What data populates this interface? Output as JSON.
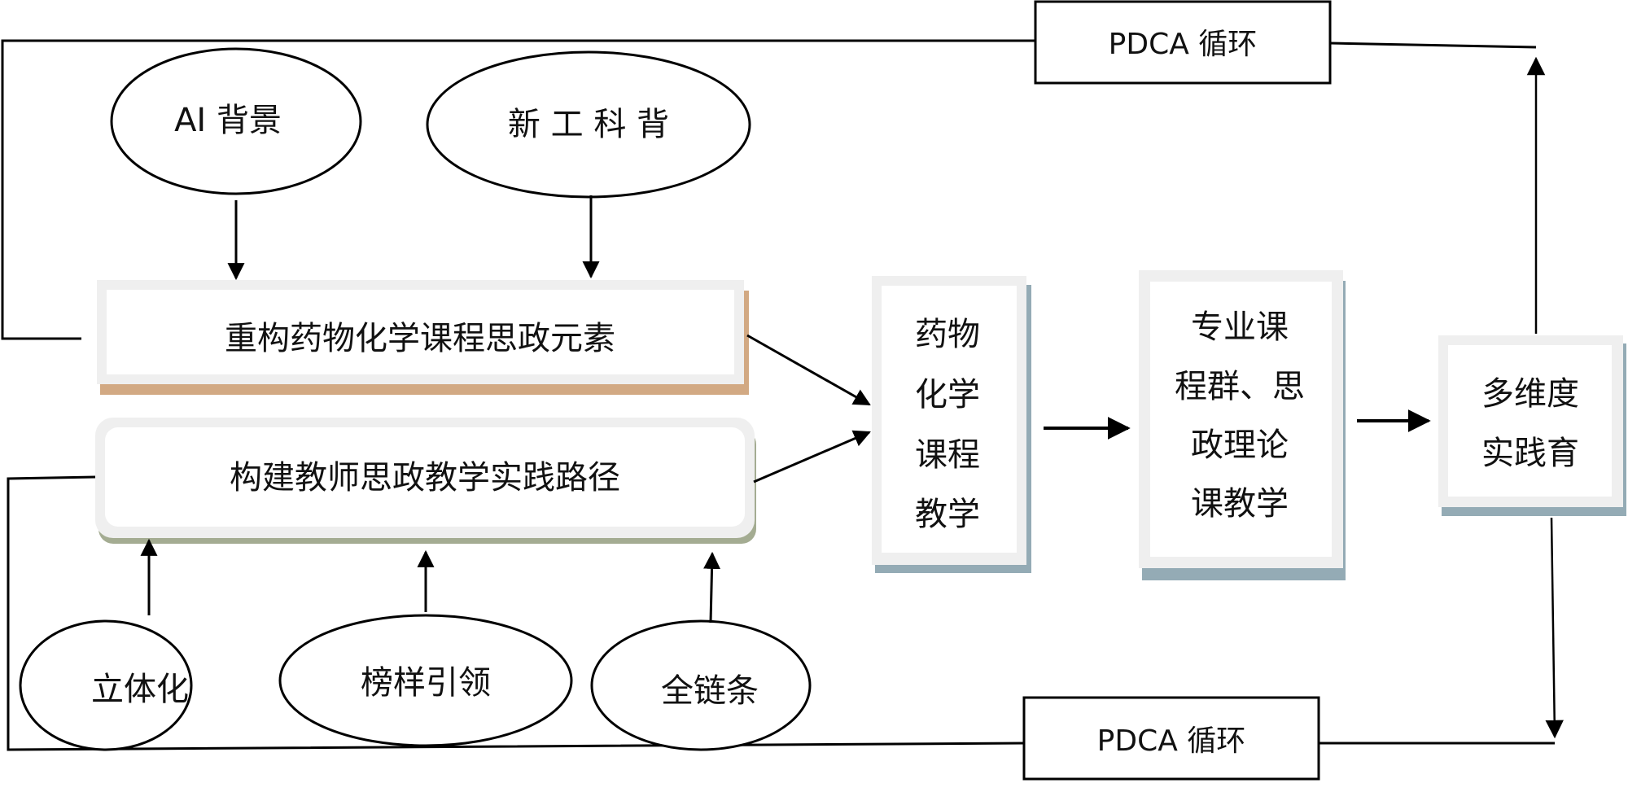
{
  "diagram": {
    "title": "",
    "top_inputs": [
      {
        "id": "ai-background",
        "label": "AI 背景"
      },
      {
        "id": "new-engineering-background",
        "label": "新 工 科 背"
      }
    ],
    "left_boxes": [
      {
        "id": "reconstruct-elements",
        "label": "重构药物化学课程思政元素",
        "shadow_color": "#d2a983"
      },
      {
        "id": "build-practice-path",
        "label": "构建教师思政教学实践路径",
        "shadow_color": "#a4ac92"
      }
    ],
    "bottom_inputs": [
      {
        "id": "three-dimensional",
        "label": "立体化"
      },
      {
        "id": "role-model-leading",
        "label": "榜样引领"
      },
      {
        "id": "full-chain",
        "label": "全链条"
      }
    ],
    "flow_boxes": [
      {
        "id": "medicinal-chemistry-teaching",
        "lines": [
          "药物",
          "化学",
          "课程",
          "教学"
        ],
        "shadow_color": "#94abb5"
      },
      {
        "id": "professional-course-group",
        "lines": [
          "专业课",
          "程群、思",
          "政理论",
          "课教学"
        ],
        "shadow_color": "#94abb5"
      },
      {
        "id": "multidimensional-practice",
        "lines": [
          "多维度",
          "实践育"
        ],
        "shadow_color": "#94abb5"
      }
    ],
    "cycles": [
      {
        "id": "pdca-top",
        "label": "PDCA 循环"
      },
      {
        "id": "pdca-bottom",
        "label": "PDCA 循环"
      }
    ]
  }
}
